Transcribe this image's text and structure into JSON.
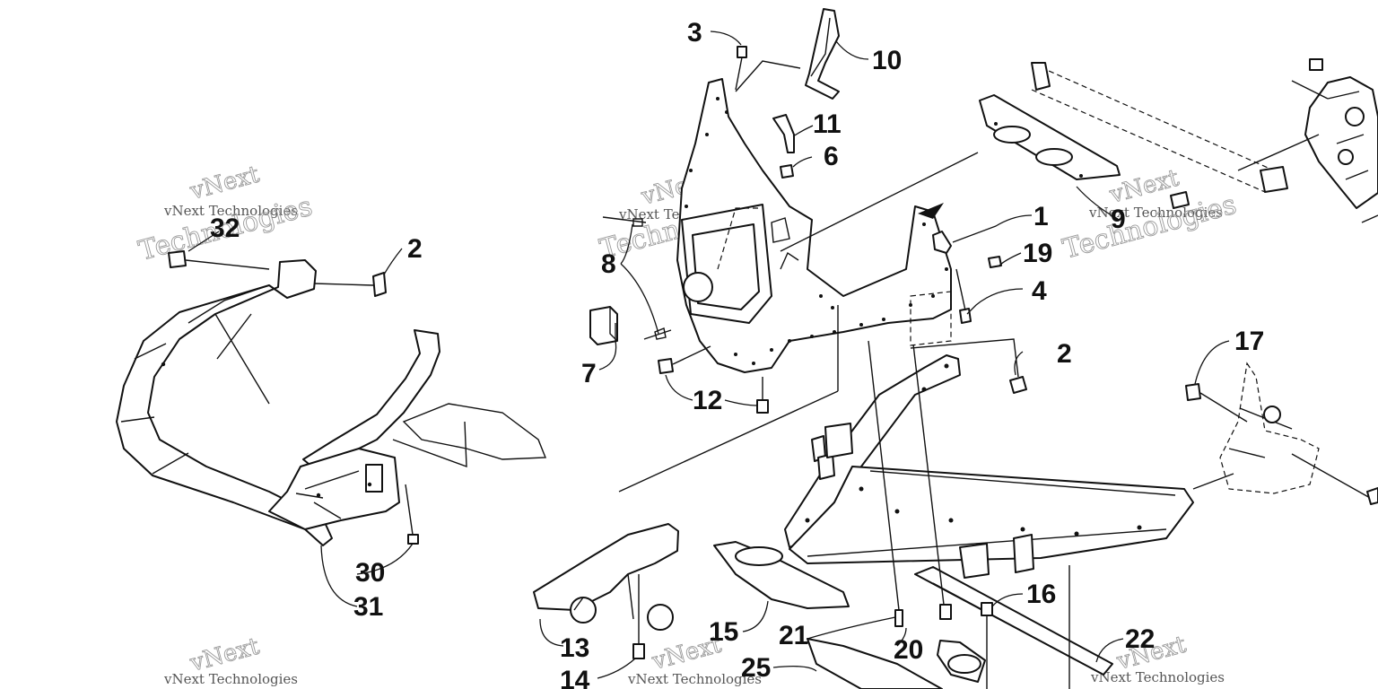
{
  "callouts": [
    {
      "id": "c1",
      "label": "1"
    },
    {
      "id": "c2a",
      "label": "2"
    },
    {
      "id": "c2b",
      "label": "2"
    },
    {
      "id": "c3",
      "label": "3"
    },
    {
      "id": "c4",
      "label": "4"
    },
    {
      "id": "c6",
      "label": "6"
    },
    {
      "id": "c7",
      "label": "7"
    },
    {
      "id": "c8",
      "label": "8"
    },
    {
      "id": "c9",
      "label": "9"
    },
    {
      "id": "c10",
      "label": "10"
    },
    {
      "id": "c11",
      "label": "11"
    },
    {
      "id": "c12",
      "label": "12"
    },
    {
      "id": "c13",
      "label": "13"
    },
    {
      "id": "c14",
      "label": "14"
    },
    {
      "id": "c15",
      "label": "15"
    },
    {
      "id": "c16",
      "label": "16"
    },
    {
      "id": "c17",
      "label": "17"
    },
    {
      "id": "c19",
      "label": "19"
    },
    {
      "id": "c20",
      "label": "20"
    },
    {
      "id": "c21",
      "label": "21"
    },
    {
      "id": "c22",
      "label": "22"
    },
    {
      "id": "c25",
      "label": "25"
    },
    {
      "id": "c30",
      "label": "30"
    },
    {
      "id": "c31",
      "label": "31"
    },
    {
      "id": "c32",
      "label": "32"
    }
  ],
  "watermark": {
    "brand": "vNext",
    "line1": "vNext Technologies",
    "line2": "Technologies"
  }
}
